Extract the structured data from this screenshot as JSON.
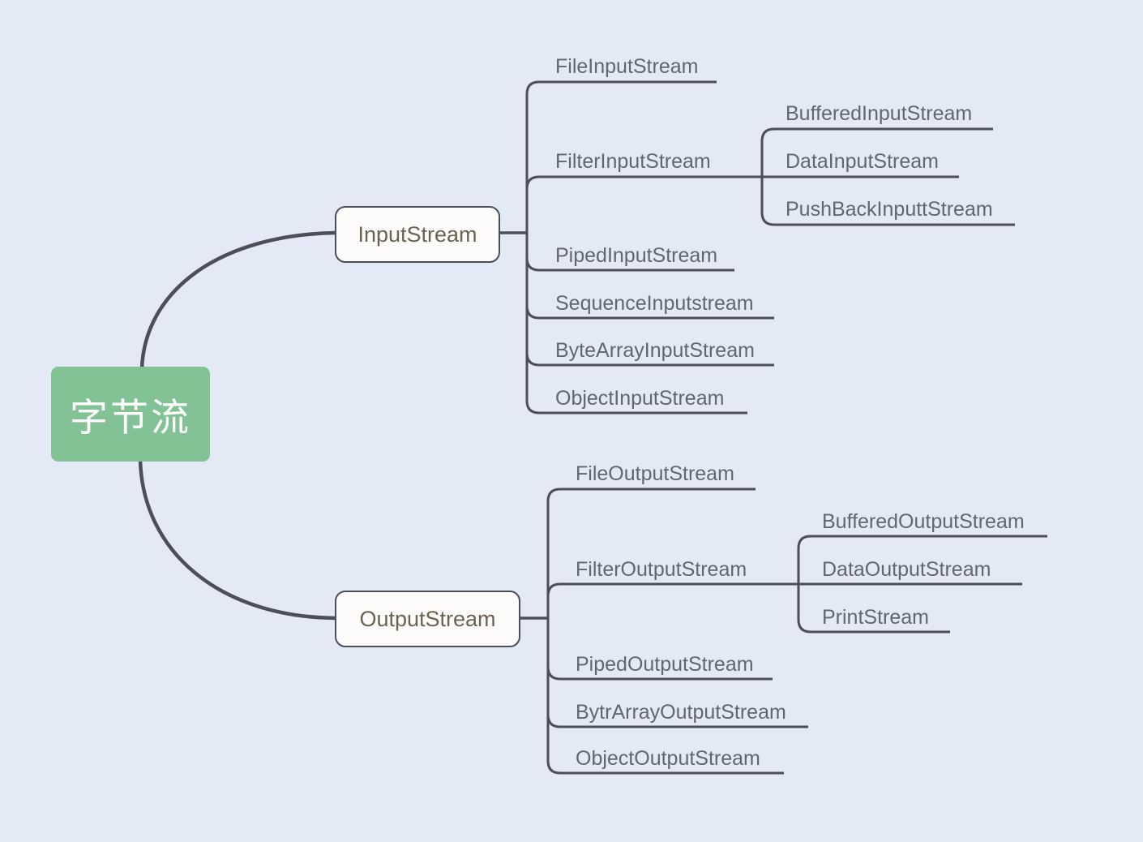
{
  "diagram": {
    "type": "mindmap",
    "title": "字节流",
    "background_color": "#e3e9f5",
    "root": {
      "label": "字节流",
      "fill_color": "#83c294",
      "text_color": "#ffffff"
    },
    "branches": [
      {
        "label": "InputStream",
        "fill_color": "#fdfcfa",
        "border_color": "#4a4f58",
        "text_color": "#6b6254",
        "children": [
          {
            "label": "FileInputStream",
            "children": []
          },
          {
            "label": "FilterInputStream",
            "children": [
              {
                "label": "BufferedInputStream"
              },
              {
                "label": "DataInputStream"
              },
              {
                "label": "PushBackInputtStream"
              }
            ]
          },
          {
            "label": "PipedInputStream",
            "children": []
          },
          {
            "label": "SequenceInputstream",
            "children": []
          },
          {
            "label": "ByteArrayInputStream",
            "children": []
          },
          {
            "label": "ObjectInputStream",
            "children": []
          }
        ]
      },
      {
        "label": "OutputStream",
        "fill_color": "#fdfcfa",
        "border_color": "#4a4f58",
        "text_color": "#6b6254",
        "children": [
          {
            "label": "FileOutputStream",
            "children": []
          },
          {
            "label": "FilterOutputStream",
            "children": [
              {
                "label": "BufferedOutputStream"
              },
              {
                "label": "DataOutputStream"
              },
              {
                "label": "PrintStream"
              }
            ]
          },
          {
            "label": "PipedOutputStream",
            "children": []
          },
          {
            "label": "BytrArrayOutputStream",
            "children": []
          },
          {
            "label": "ObjectOutputStream",
            "children": []
          }
        ]
      }
    ],
    "edge_color": "#4a4f58"
  }
}
